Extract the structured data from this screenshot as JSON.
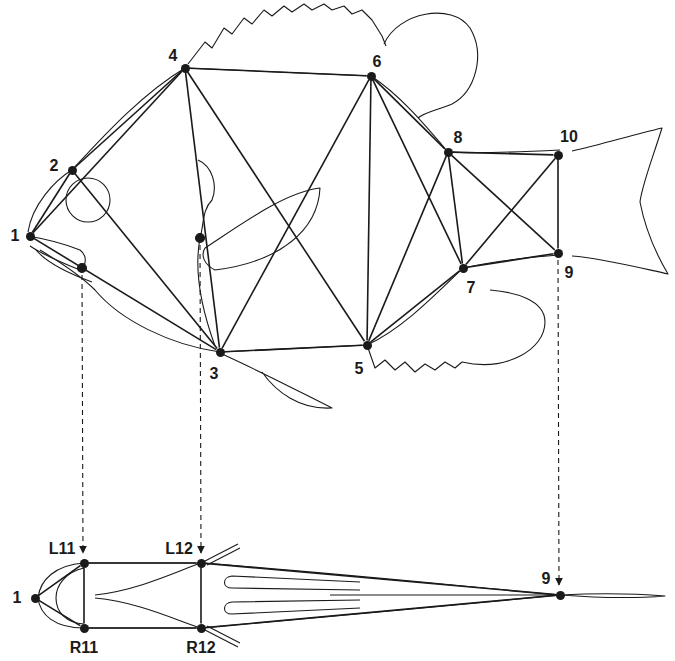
{
  "diagram": {
    "nodes": [
      {
        "text": [
          "1"
        ]
      },
      {
        "text": [
          "2"
        ]
      },
      {
        "text": [
          "3"
        ]
      },
      {
        "text": [
          "4"
        ]
      },
      {
        "text": [
          "5"
        ]
      },
      {
        "text": [
          "6"
        ]
      },
      {
        "text": [
          "7"
        ]
      },
      {
        "text": [
          "8"
        ]
      },
      {
        "text": [
          "9"
        ]
      },
      {
        "text": [
          "10"
        ]
      },
      {
        "text": [
          "1"
        ]
      },
      {
        "text": [
          "L11"
        ]
      },
      {
        "text": [
          "R11"
        ]
      },
      {
        "text": [
          "L12"
        ]
      },
      {
        "text": [
          "R12"
        ]
      },
      {
        "text": [
          "9"
        ]
      }
    ],
    "edges": [
      {
        "from": 0,
        "to": 1,
        "arrow": "none"
      },
      {
        "from": 0,
        "to": 3,
        "arrow": "none"
      },
      {
        "from": 0,
        "to": 2,
        "arrow": "none"
      },
      {
        "from": 1,
        "to": 3,
        "arrow": "none"
      },
      {
        "from": 1,
        "to": 2,
        "arrow": "none"
      },
      {
        "from": 3,
        "to": 2,
        "arrow": "none"
      },
      {
        "from": 3,
        "to": 5,
        "arrow": "none"
      },
      {
        "from": 3,
        "to": 4,
        "arrow": "none"
      },
      {
        "from": 2,
        "to": 5,
        "arrow": "none"
      },
      {
        "from": 2,
        "to": 4,
        "arrow": "none"
      },
      {
        "from": 5,
        "to": 4,
        "arrow": "none"
      },
      {
        "from": 5,
        "to": 7,
        "arrow": "none"
      },
      {
        "from": 5,
        "to": 6,
        "arrow": "none"
      },
      {
        "from": 4,
        "to": 7,
        "arrow": "none"
      },
      {
        "from": 4,
        "to": 6,
        "arrow": "none"
      },
      {
        "from": 7,
        "to": 6,
        "arrow": "none"
      },
      {
        "from": 7,
        "to": 9,
        "arrow": "none"
      },
      {
        "from": 7,
        "to": 8,
        "arrow": "none"
      },
      {
        "from": 6,
        "to": 9,
        "arrow": "none"
      },
      {
        "from": 6,
        "to": 8,
        "arrow": "none"
      },
      {
        "from": 9,
        "to": 8,
        "arrow": "none"
      },
      {
        "from": 10,
        "to": 11,
        "arrow": "none"
      },
      {
        "from": 10,
        "to": 12,
        "arrow": "none"
      },
      {
        "from": 11,
        "to": 12,
        "arrow": "none"
      },
      {
        "from": 11,
        "to": 13,
        "arrow": "none"
      },
      {
        "from": 12,
        "to": 14,
        "arrow": "none"
      },
      {
        "from": 13,
        "to": 14,
        "arrow": "none"
      },
      {
        "from": 13,
        "to": 15,
        "arrow": "none"
      },
      {
        "from": 14,
        "to": 15,
        "arrow": "none"
      }
    ]
  }
}
